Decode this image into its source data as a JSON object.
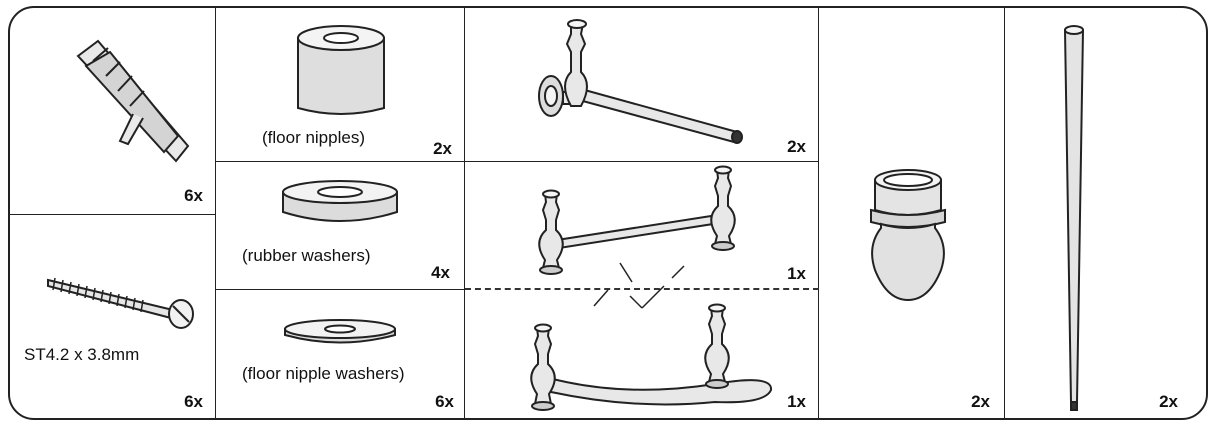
{
  "cells": {
    "wall_plug": {
      "qty": "6x",
      "icon": "wall-plug"
    },
    "screw": {
      "caption": "ST4.2 x 3.8mm",
      "qty": "6x",
      "icon": "screw"
    },
    "floor_nipple": {
      "caption": "(floor nipples)",
      "qty": "2x",
      "icon": "floor-nipple"
    },
    "rubber_washer": {
      "caption": "(rubber washers)",
      "qty": "4x",
      "icon": "rubber-washer"
    },
    "floor_washer": {
      "caption": "(floor nipple washers)",
      "qty": "6x",
      "icon": "floor-nipple-washer"
    },
    "wall_rod": {
      "qty": "2x",
      "icon": "wall-bracket-rod"
    },
    "straight_rail": {
      "qty": "1x",
      "icon": "straight-rail"
    },
    "curved_rail": {
      "qty": "1x",
      "icon": "curved-rail"
    },
    "foot": {
      "qty": "2x",
      "icon": "foot-cap"
    },
    "leg": {
      "qty": "2x",
      "icon": "leg-tube"
    }
  },
  "colors": {
    "line": "#222222",
    "fill_light": "#f0f0f0",
    "fill_mid": "#cfcfcf"
  }
}
